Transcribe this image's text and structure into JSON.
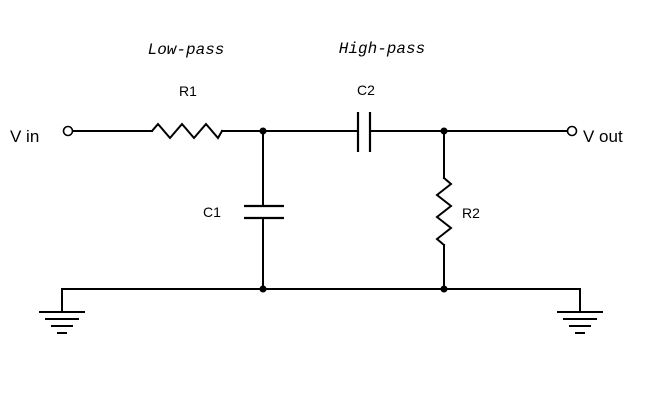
{
  "sections": {
    "low_pass": "Low-pass",
    "high_pass": "High-pass"
  },
  "ports": {
    "input": "V in",
    "output": "V out"
  },
  "components": {
    "r1": "R1",
    "c1": "C1",
    "c2": "C2",
    "r2": "R2"
  }
}
